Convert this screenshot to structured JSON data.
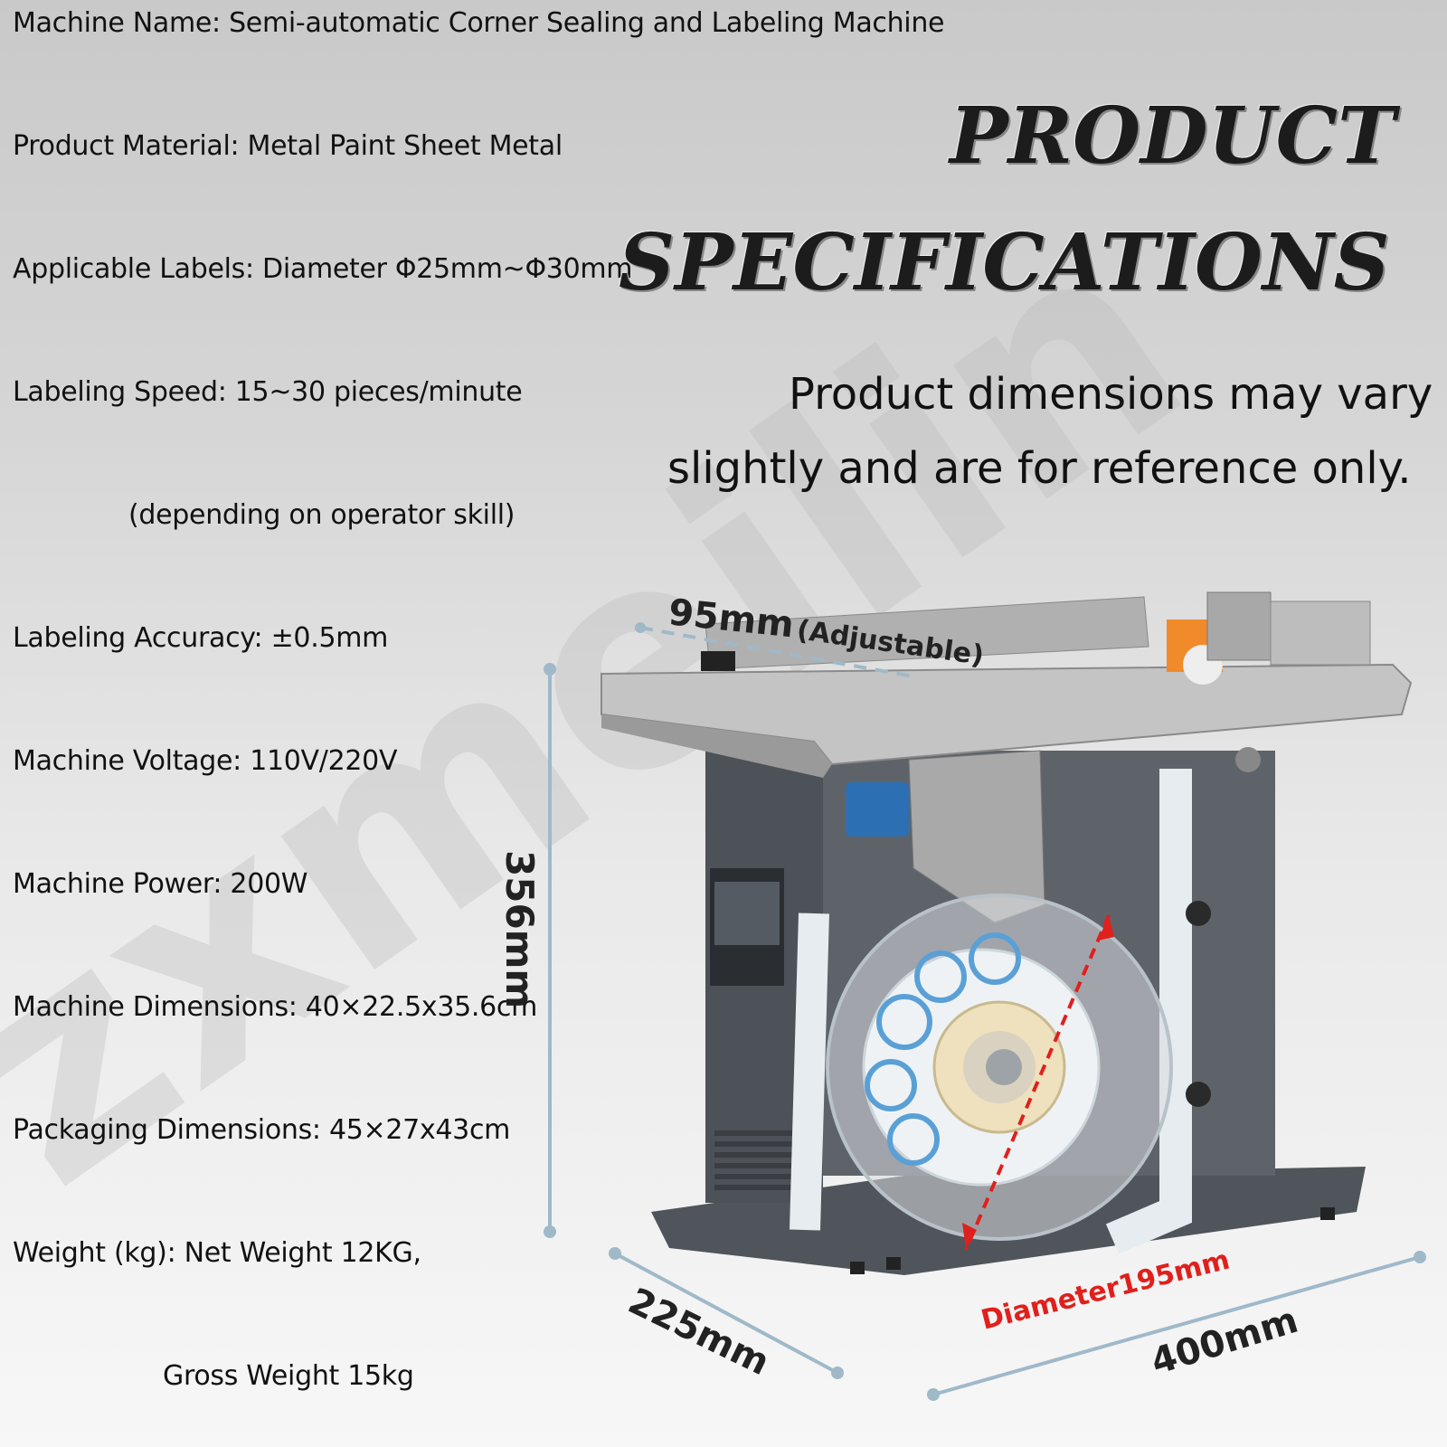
{
  "specs": {
    "machine_name": "Machine Name: Semi-automatic Corner Sealing and Labeling Machine",
    "product_material": "Product Material: Metal Paint Sheet Metal",
    "applicable_labels": "Applicable Labels: Diameter Φ25mm~Φ30mm",
    "labeling_speed": "Labeling Speed: 15~30 pieces/minute",
    "labeling_speed_note": "(depending on operator skill)",
    "labeling_accuracy": "Labeling Accuracy: ±0.5mm",
    "machine_voltage": "Machine Voltage: 110V/220V",
    "machine_power": "Machine Power: 200W",
    "machine_dimensions": "Machine Dimensions: 40×22.5x35.6cm",
    "packaging_dimensions": "Packaging Dimensions: 45×27x43cm",
    "weight": "Weight (kg): Net Weight 12KG,",
    "gross_weight": "Gross Weight 15kg"
  },
  "heading": {
    "line1": "PRODUCT",
    "line2": "SPECIFICATIONS"
  },
  "note": {
    "line1": "Product dimensions may vary",
    "line2": "slightly and are for reference only."
  },
  "dimensions": {
    "width_adjust": "95mm",
    "adjustable": "(Adjustable)",
    "height": "356mm",
    "depth": "225mm",
    "length": "400mm",
    "reel_diameter": "Diameter195mm"
  },
  "watermark": "zxmeilin",
  "colors": {
    "dimension_line": "#9fb9c9",
    "diameter_red": "#e0201c",
    "machine_body": "#5b6067",
    "steel_top": "#b8b8b8"
  }
}
